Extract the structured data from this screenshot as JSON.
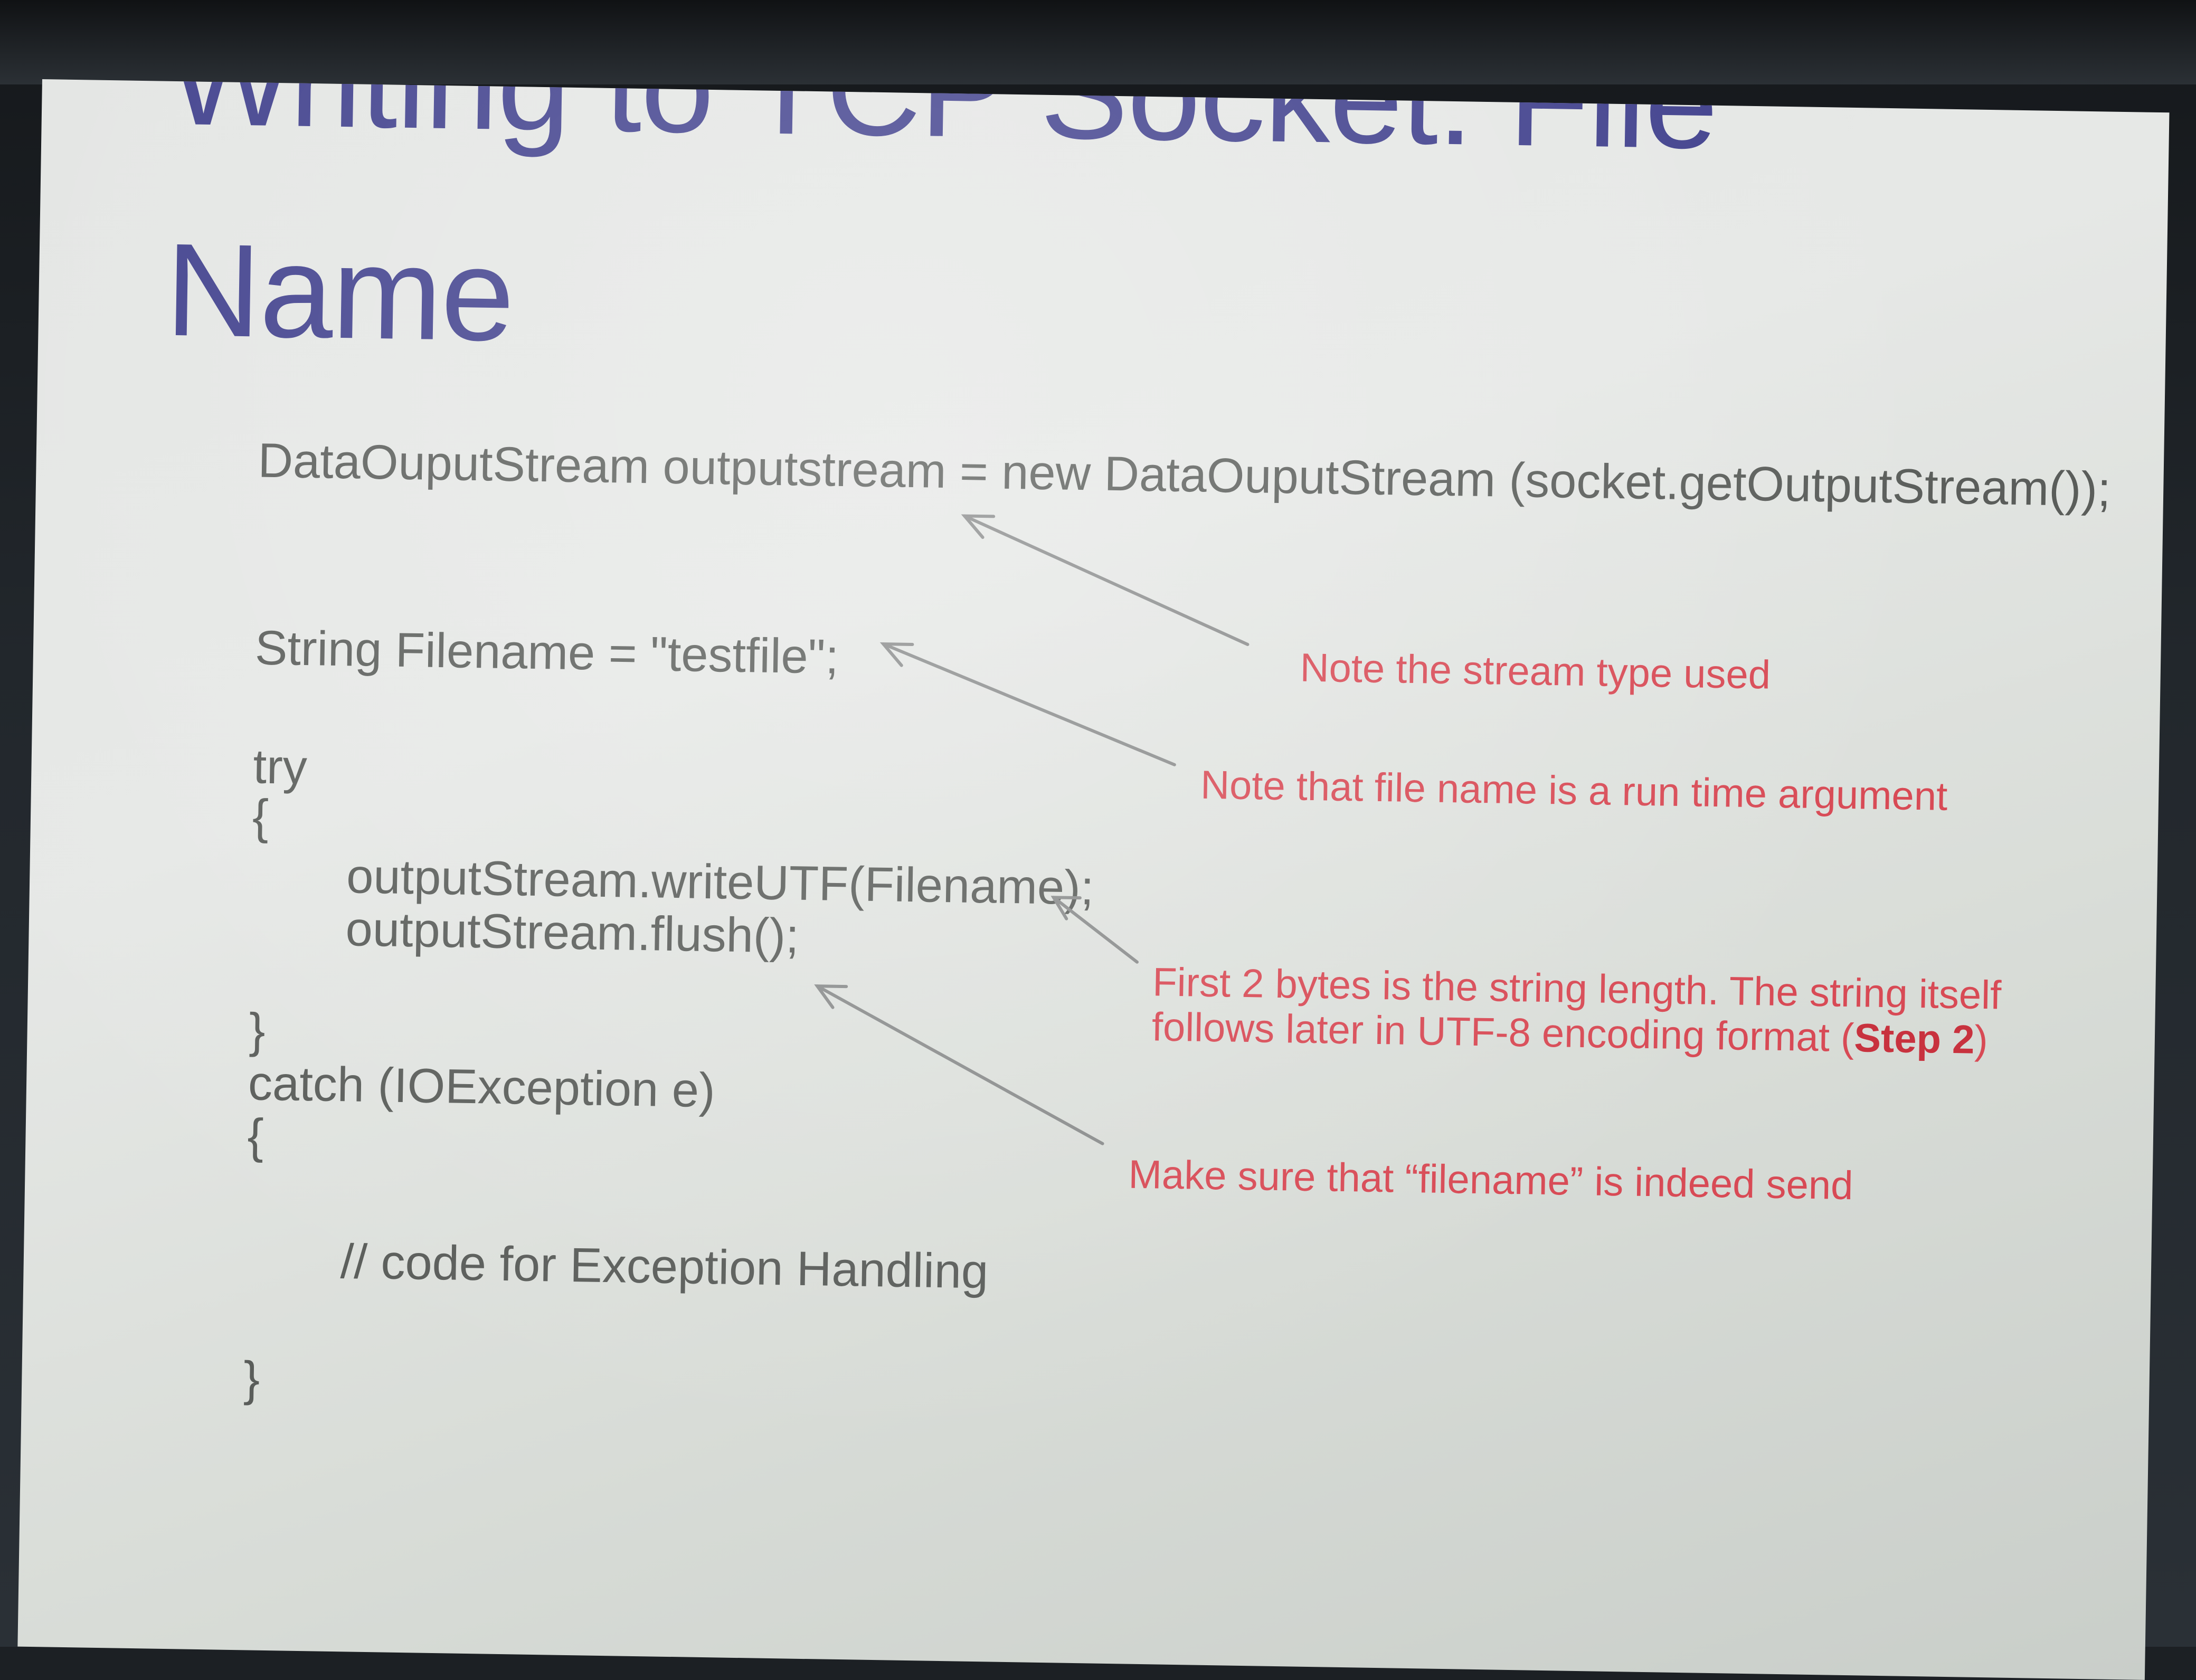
{
  "slide": {
    "title_line1": "Writing to TCP Socket: File",
    "title_line2": "Name",
    "code": {
      "line1": "DataOuputStream outputstream = new DataOuputStream (socket.getOutputStream());",
      "line2": "String Filename = \"testfile\";",
      "line3": "try",
      "line4": "{",
      "line5": "outputStream.writeUTF(Filename);",
      "line6": "outputStream.flush();",
      "line7": "}",
      "line8": "catch (IOException e)",
      "line9": "{",
      "line10": "// code for Exception Handling",
      "line11": "}"
    },
    "notes": {
      "stream_type": "Note the stream type used",
      "file_name": "Note that file name is a run time argument",
      "string_length_a": "First 2 bytes is the string length. The string itself",
      "string_length_b_prefix": "follows later in UTF-8 encoding format (",
      "string_length_b_bold": "Step 2",
      "string_length_b_suffix": ")",
      "send": "Make sure that  “filename” is indeed send"
    }
  },
  "colors": {
    "title": "#3f3f8c",
    "code": "#5a5d5a",
    "annotation": "#d84a55",
    "slide_background": "#e3e5e3"
  }
}
